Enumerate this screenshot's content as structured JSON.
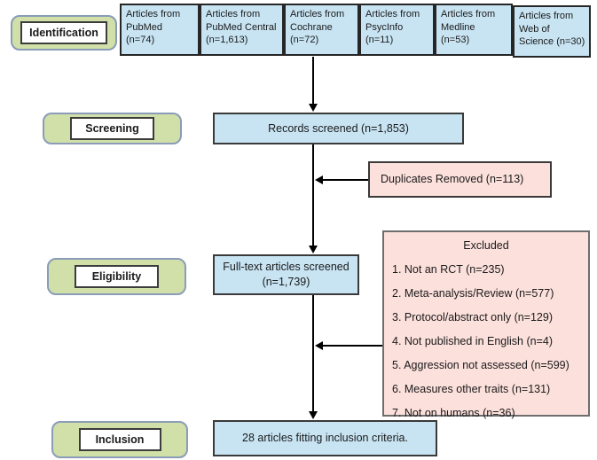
{
  "colors": {
    "box_blue": "#c8e4f3",
    "label_green": "#d0e0a8",
    "note_pink": "#fce0dc",
    "line": "#000000"
  },
  "stages": [
    {
      "label": "Identification"
    },
    {
      "label": "Screening"
    },
    {
      "label": "Eligibility"
    },
    {
      "label": "Inclusion"
    }
  ],
  "sources": [
    {
      "text": "Articles from\nPubMed\n(n=74)"
    },
    {
      "text": "Articles from\nPubMed Central\n(n=1,613)"
    },
    {
      "text": "Articles from\nCochrane\n(n=72)"
    },
    {
      "text": "Articles from\nPsycInfo\n(n=11)"
    },
    {
      "text": "Articles from\nMedline\n(n=53)"
    },
    {
      "text": "Articles from\nWeb of\nScience (n=30)"
    }
  ],
  "boxes": {
    "records_screened": "Records screened (n=1,853)",
    "duplicates_removed": "Duplicates Removed (n=113)",
    "fulltext_screened": "Full-text articles screened\n(n=1,739)",
    "inclusion_result": "28 articles fitting inclusion criteria."
  },
  "excluded": {
    "title": "Excluded",
    "items": [
      "1. Not an RCT (n=235)",
      "2. Meta-analysis/Review (n=577)",
      "3. Protocol/abstract only (n=129)",
      "4. Not published in English (n=4)",
      "5. Aggression not assessed (n=599)",
      "6. Measures other traits (n=131)",
      "7. Not on humans (n=36)"
    ]
  }
}
